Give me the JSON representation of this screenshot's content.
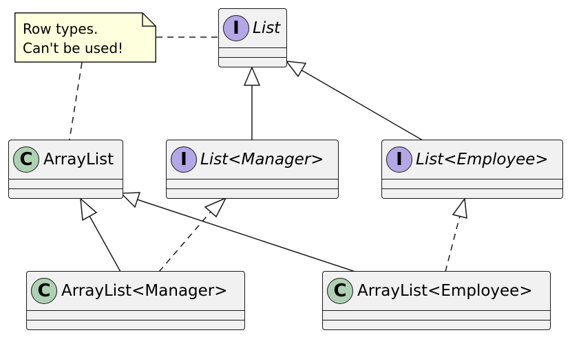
{
  "note": {
    "lines": [
      "Row types.",
      "Can't be used!"
    ]
  },
  "classes": {
    "list": {
      "name": "List",
      "stereotype": "I",
      "kind": "interface"
    },
    "list_manager": {
      "name": "List<Manager>",
      "stereotype": "I",
      "kind": "interface"
    },
    "list_employee": {
      "name": "List<Employee>",
      "stereotype": "I",
      "kind": "interface"
    },
    "arraylist": {
      "name": "ArrayList",
      "stereotype": "C",
      "kind": "class"
    },
    "arraylist_manager": {
      "name": "ArrayList<Manager>",
      "stereotype": "C",
      "kind": "class"
    },
    "arraylist_employee": {
      "name": "ArrayList<Employee>",
      "stereotype": "C",
      "kind": "class"
    }
  },
  "relations": [
    {
      "from": "list_manager",
      "to": "list",
      "type": "extends"
    },
    {
      "from": "list_employee",
      "to": "list",
      "type": "extends"
    },
    {
      "from": "arraylist_manager",
      "to": "arraylist",
      "type": "extends"
    },
    {
      "from": "arraylist_employee",
      "to": "arraylist",
      "type": "extends"
    },
    {
      "from": "arraylist_manager",
      "to": "list_manager",
      "type": "implements"
    },
    {
      "from": "arraylist_employee",
      "to": "list_employee",
      "type": "implements"
    },
    {
      "from": "note",
      "to": "list",
      "type": "note-link"
    },
    {
      "from": "note",
      "to": "arraylist",
      "type": "note-link"
    }
  ],
  "colors": {
    "interface_badge": "#b4a7e5",
    "class_badge": "#add1b2",
    "box_fill": "#f1f1f1",
    "note_fill": "#feffdd",
    "line": "#181818"
  }
}
